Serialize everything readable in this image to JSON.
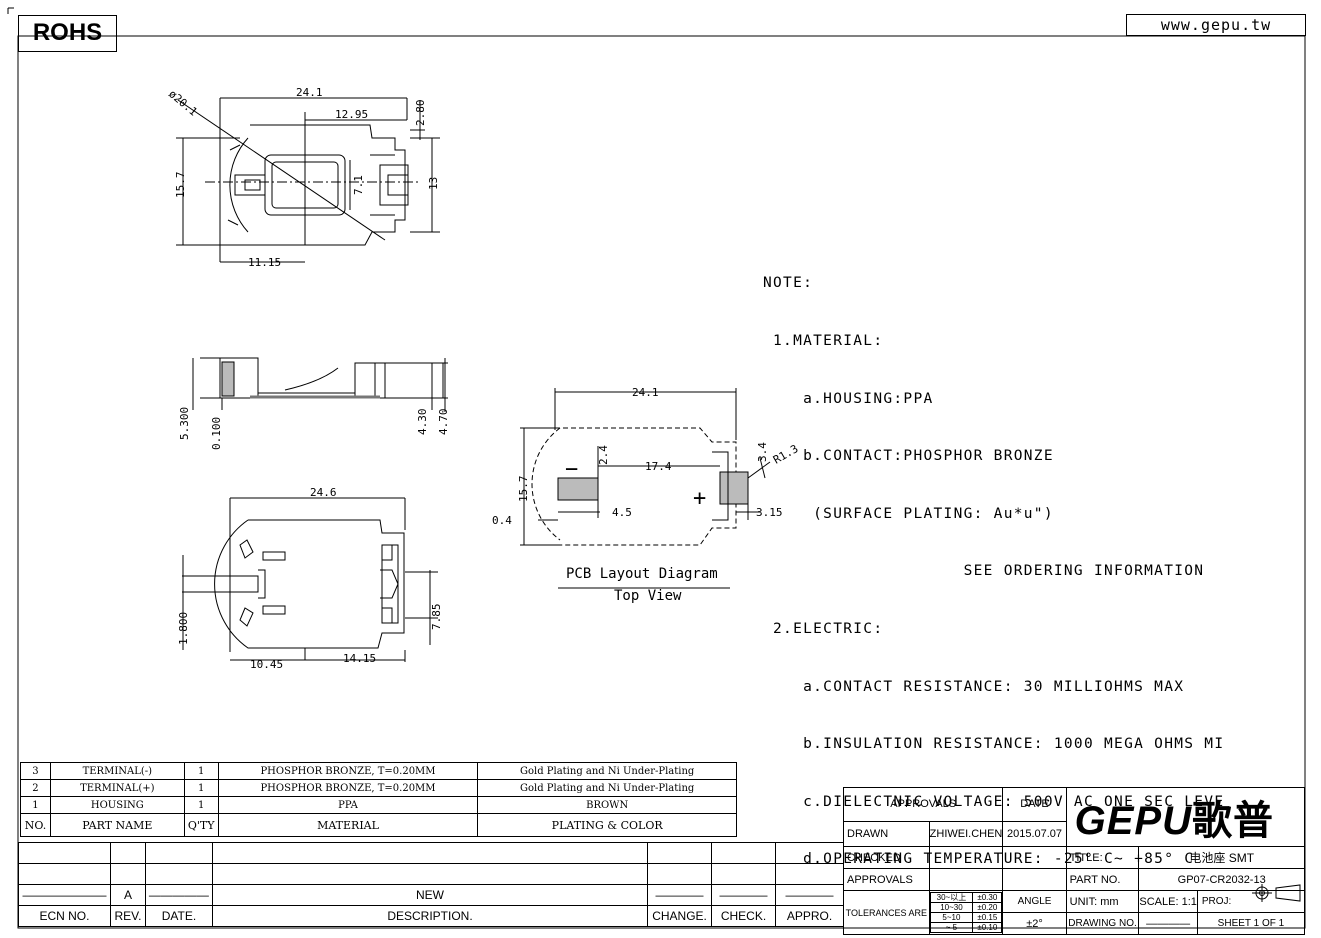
{
  "header": {
    "rohs": "ROHS",
    "website": "www.gepu.tw"
  },
  "top_view_dims": {
    "d_outer": "ø20.1",
    "width": "24.1",
    "half": "12.95",
    "tab": "2.80",
    "height": "15.7",
    "inner": "7.1",
    "right_h": "13",
    "left_off": "11.15"
  },
  "side_view_dims": {
    "h1": "5.300",
    "h2": "0.100",
    "h3": "4.30",
    "h4": "4.70"
  },
  "bottom_view_dims": {
    "width": "24.6",
    "left_h": "1.800",
    "right_h": "7.85",
    "left_w": "10.45",
    "right_w": "14.15"
  },
  "pcb": {
    "width": "24.1",
    "height": "15.7",
    "pad_h": "2.4",
    "span": "17.4",
    "pad_w": "4.5",
    "offset": "0.4",
    "r": "R1.3",
    "right_pad": "3.4",
    "right_w": "3.15",
    "minus": "−",
    "plus": "+",
    "title": "PCB Layout Diagram",
    "subtitle": "Top View"
  },
  "notes": [
    "NOTE:",
    " 1.MATERIAL:",
    "    a.HOUSING:PPA",
    "    b.CONTACT:PHOSPHOR BRONZE",
    "     (SURFACE PLATING: Au*u\")",
    "                    SEE ORDERING INFORMATION",
    " 2.ELECTRIC:",
    "    a.CONTACT RESISTANCE: 30 MILLIOHMS MAX",
    "    b.INSULATION RESISTANCE: 1000 MEGA OHMS MI",
    "    c.DIELECTNIC VOLTAGE: 500V AC ONE SEC LEVE",
    "    d.OPERATING TEMPERATURE: -25° C~ +85° C"
  ],
  "bom": {
    "rows": [
      {
        "no": "3",
        "part": "TERMINAL(-)",
        "qty": "1",
        "material": "PHOSPHOR BRONZE, T=0.20MM",
        "plating": "Gold Plating and Ni Under-Plating"
      },
      {
        "no": "2",
        "part": "TERMINAL(+)",
        "qty": "1",
        "material": "PHOSPHOR BRONZE, T=0.20MM",
        "plating": "Gold Plating and Ni Under-Plating"
      },
      {
        "no": "1",
        "part": "HOUSING",
        "qty": "1",
        "material": "PPA",
        "plating": "BROWN"
      }
    ],
    "headers": {
      "no": "NO.",
      "part": "PART NAME",
      "qty": "Q'TY",
      "material": "MATERIAL",
      "plating": "PLATING & COLOR"
    }
  },
  "revision": {
    "rev": "A",
    "description": "NEW",
    "headers": {
      "ecn": "ECN NO.",
      "rev": "REV.",
      "date": "DATE.",
      "desc": "DESCRIPTION.",
      "change": "CHANGE.",
      "check": "CHECK.",
      "appro": "APPRO."
    }
  },
  "title_block": {
    "approvals": "APPROVALS",
    "date": "DATE",
    "drawn": "DRAWN",
    "drawn_by": "ZHIWEI.CHEN",
    "drawn_date": "2015.07.07",
    "checked": "CHECKED",
    "approvals2": "APPROVALS",
    "tolerances": "TOLERANCES ARE",
    "tol": [
      {
        "range": "30~以上",
        "val": "±0.30"
      },
      {
        "range": "10~30",
        "val": "±0.20"
      },
      {
        "range": "5~10",
        "val": "±0.15"
      },
      {
        "range": "~ 5",
        "val": "±0.10"
      }
    ],
    "angle": "ANGLE",
    "angle_val": "±2°",
    "logo": "GEPU",
    "logo_cn": "歌普",
    "title_label": "TITLE:",
    "title_val": "电池座 SMT",
    "part_label": "PART NO.",
    "part_val": "GP07-CR2032-13",
    "unit": "UNIT: mm",
    "scale": "SCALE:  1:1",
    "proj": "PROJ:",
    "drawing_no": "DRAWING NO.",
    "sheet": "SHEET   1 OF 1"
  }
}
